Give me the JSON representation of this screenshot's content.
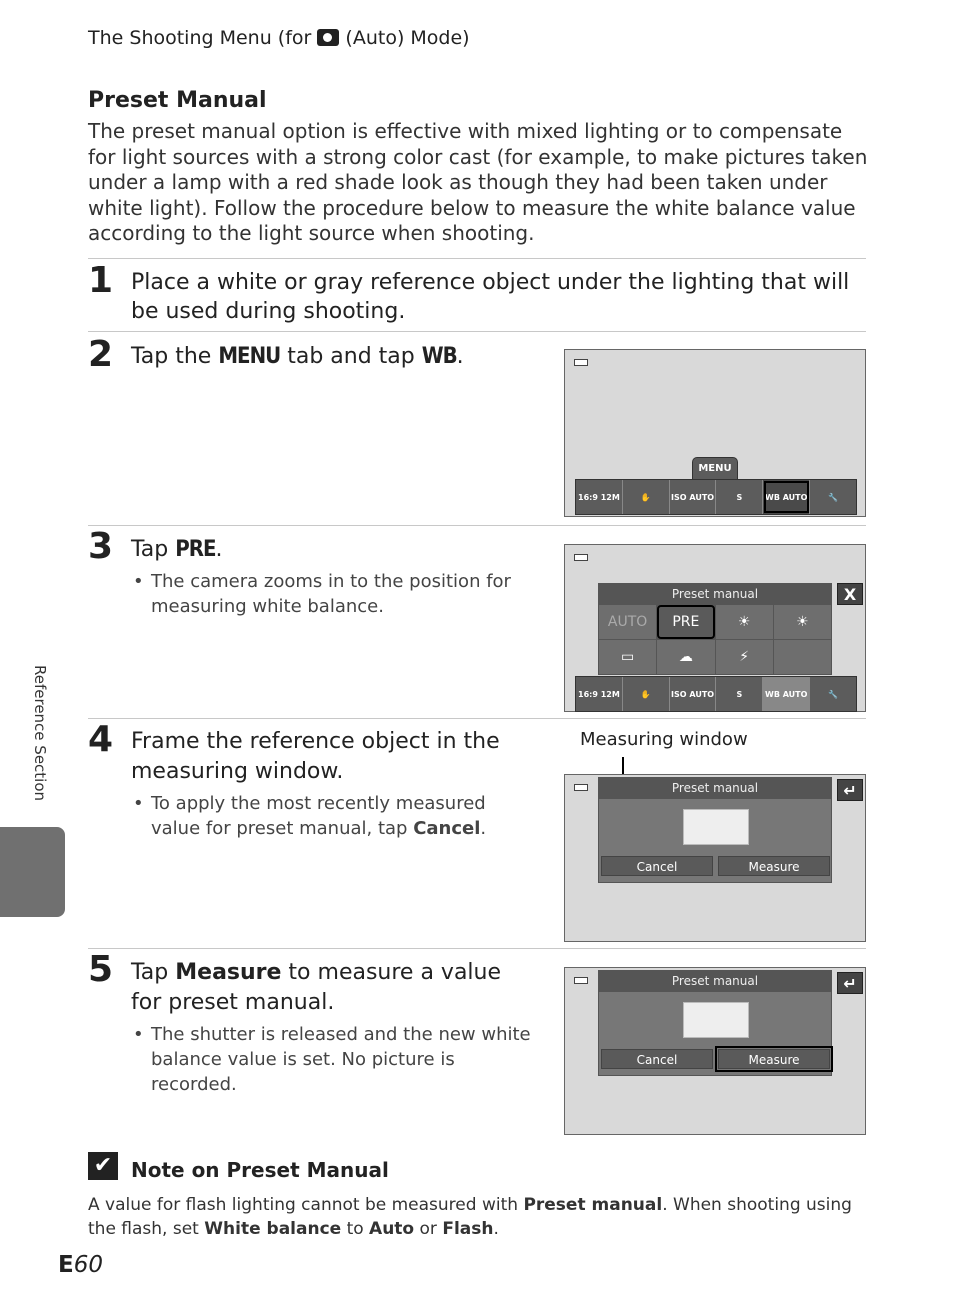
{
  "header": {
    "prefix": "The Shooting Menu (for ",
    "suffix": " (Auto) Mode)",
    "icon": "camera-icon"
  },
  "section_title": "Preset Manual",
  "intro": "The preset manual option is effective with mixed lighting or to compensate for light sources with a strong color cast (for example, to make pictures taken under a lamp with a red shade look as though they had been taken under white light). Follow the procedure below to measure the white balance value according to the light source when shooting.",
  "steps": [
    {
      "num": "1",
      "text": "Place a white or gray reference object under the lighting that will be used during shooting."
    },
    {
      "num": "2",
      "pre": "Tap the ",
      "sym1": "MENU",
      "mid": " tab and tap ",
      "sym2": "WB",
      "post": "."
    },
    {
      "num": "3",
      "pre": "Tap ",
      "sym": "PRE",
      "post": ".",
      "bullet": "The camera zooms in to the position for measuring white balance."
    },
    {
      "num": "4",
      "text": "Frame the reference object in the measuring window.",
      "bullet_pre": "To apply the most recently measured value for preset manual, tap ",
      "bullet_bold": "Cancel",
      "bullet_post": "."
    },
    {
      "num": "5",
      "pre": "Tap ",
      "bold": "Measure",
      "post": " to measure a value for preset manual.",
      "bullet": "The shutter is released and the new white balance value is set. No picture is recorded."
    }
  ],
  "screens": {
    "menu_tab": "MENU",
    "toolbar": [
      "16:9 12M",
      "",
      "ISO AUTO",
      "S",
      "WB AUTO",
      ""
    ],
    "popup_title": "Preset manual",
    "wb_grid": [
      "AUTO",
      "PRE",
      "☀",
      "☀",
      "",
      "☁",
      "",
      ""
    ],
    "cancel": "Cancel",
    "measure": "Measure",
    "close": "X"
  },
  "callout": "Measuring window",
  "side_label": "Reference Section",
  "note": {
    "title": "Note on Preset Manual",
    "t1": "A value for flash lighting cannot be measured with ",
    "b1": "Preset manual",
    "t2": ". When shooting using the flash, set ",
    "b2": "White balance",
    "t3": " to ",
    "b3": "Auto",
    "t4": " or ",
    "b4": "Flash",
    "t5": "."
  },
  "page": {
    "prefix": "E",
    "number": "60"
  }
}
